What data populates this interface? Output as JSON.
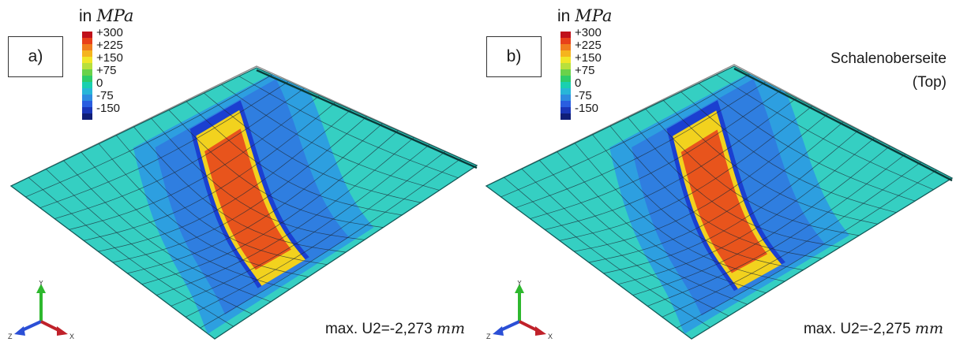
{
  "panels": [
    {
      "id": "a",
      "label": "a)",
      "unit_prefix": "in",
      "unit": "MPa",
      "legend": {
        "ticks": [
          "+300",
          "+225",
          "+150",
          "+75",
          "0",
          "-75",
          "-150"
        ],
        "colors": [
          "#c0101a",
          "#e8401a",
          "#f07c1e",
          "#f5b41e",
          "#f0e628",
          "#b8e03c",
          "#6ad24a",
          "#2ecc6a",
          "#1ad0b0",
          "#28b6d8",
          "#2e8ce0",
          "#2a5ee0",
          "#1a36b8",
          "#101e78"
        ]
      },
      "surface_label": [
        "",
        ""
      ],
      "max_prefix": "max. U2=-2,273",
      "max_unit": "mm",
      "axes": {
        "y": "Y",
        "z": "Z",
        "x": "X"
      }
    },
    {
      "id": "b",
      "label": "b)",
      "unit_prefix": "in",
      "unit": "MPa",
      "legend": {
        "ticks": [
          "+300",
          "+225",
          "+150",
          "+75",
          "0",
          "-75",
          "-150"
        ],
        "colors": [
          "#c0101a",
          "#e8401a",
          "#f07c1e",
          "#f5b41e",
          "#f0e628",
          "#b8e03c",
          "#6ad24a",
          "#2ecc6a",
          "#1ad0b0",
          "#28b6d8",
          "#2e8ce0",
          "#2a5ee0",
          "#1a36b8",
          "#101e78"
        ]
      },
      "surface_label": [
        "Schalenoberseite",
        "(Top)"
      ],
      "max_prefix": "max. U2=-2,275",
      "max_unit": "mm",
      "axes": {
        "y": "Y",
        "z": "Z",
        "x": "X"
      }
    }
  ],
  "colors": {
    "shell_cyan": "#35cfc2",
    "shell_light_blue": "#2d9fe0",
    "shell_blue": "#2f7ee0",
    "shell_dark_blue": "#1b3fd0",
    "band_orange": "#e8541c",
    "band_yellow": "#f2d21e",
    "mesh_line": "#1e2a36",
    "undeformed_line": "#8a8a8a"
  }
}
